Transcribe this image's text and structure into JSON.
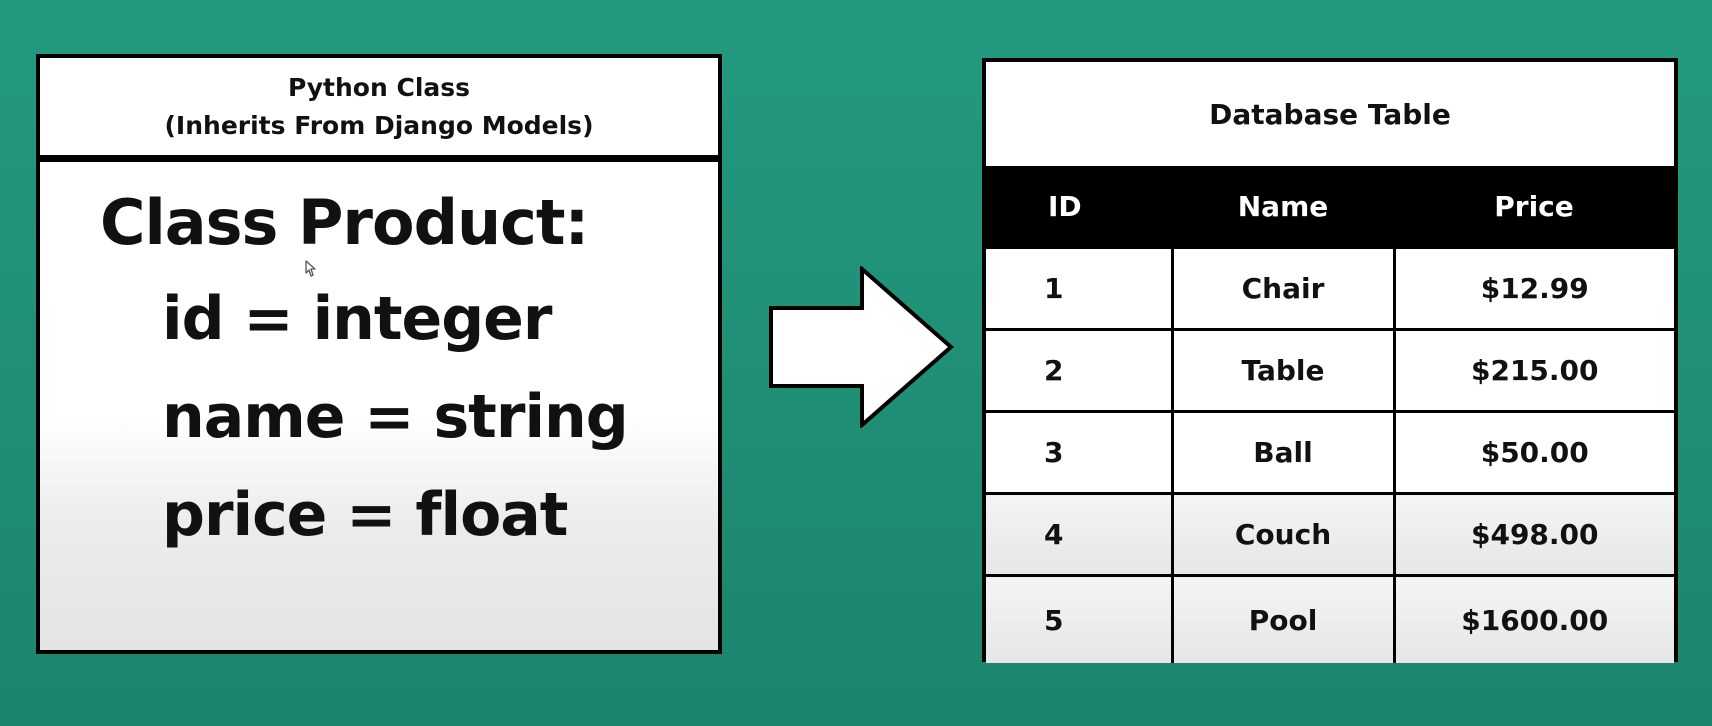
{
  "python_class": {
    "header_line1": "Python Class",
    "header_line2": "(Inherits From Django Models)",
    "class_decl": "Class Product:",
    "fields": [
      "id = integer",
      "name = string",
      "price = float"
    ]
  },
  "arrow": {
    "icon": "right-arrow-icon"
  },
  "database_table": {
    "title": "Database Table",
    "columns": [
      "ID",
      "Name",
      "Price"
    ],
    "rows": [
      {
        "id": "1",
        "name": "Chair",
        "price": "$12.99"
      },
      {
        "id": "2",
        "name": "Table",
        "price": "$215.00"
      },
      {
        "id": "3",
        "name": "Ball",
        "price": "$50.00"
      },
      {
        "id": "4",
        "name": "Couch",
        "price": "$498.00"
      },
      {
        "id": "5",
        "name": "Pool",
        "price": "$1600.00"
      }
    ]
  },
  "colors": {
    "background": "#239a80",
    "header_fill": "#000000",
    "box_fill": "#ffffff"
  }
}
